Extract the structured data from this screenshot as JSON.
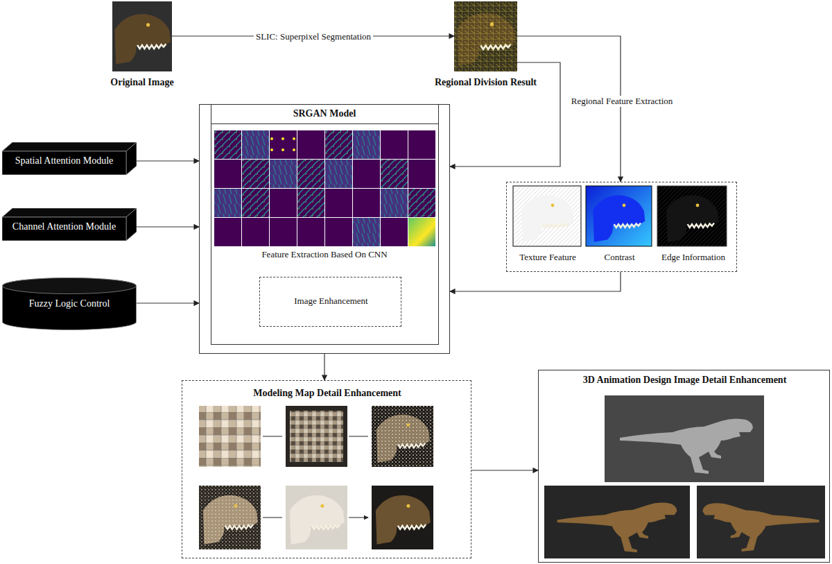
{
  "diagram": {
    "nodes": [
      {
        "text": [
          "Original Image"
        ]
      },
      {
        "text": [
          "Regional Division Result"
        ]
      },
      {
        "text": [
          "SRGAN Model",
          "Feature Extraction Based On CNN"
        ]
      },
      {
        "text": [
          "Image Enhancement"
        ],
        "in": 2
      },
      {
        "text": [
          "Spatial Attention Module"
        ]
      },
      {
        "text": [
          "Channel Attention Module"
        ]
      },
      {
        "text": [
          "Fuzzy Logic Control"
        ]
      },
      {
        "text": []
      },
      {
        "text": [
          "Texture Feature"
        ],
        "in": 7
      },
      {
        "text": [
          "Contrast"
        ],
        "in": 7
      },
      {
        "text": [
          "Edge Information"
        ],
        "in": 7
      },
      {
        "text": [
          "Modeling Map Detail Enhancement"
        ]
      },
      {
        "text": [
          "3D Animation Design Image Detail Enhancement"
        ]
      }
    ],
    "edges": [
      {
        "from": 0,
        "to": 1,
        "label": "SLIC: Superpixel Segmentation",
        "arrow": "to"
      },
      {
        "from": 1,
        "to": 2,
        "arrow": "to"
      },
      {
        "from": 1,
        "to": 7,
        "label": "Regional Feature Extraction",
        "arrow": "to"
      },
      {
        "from": 4,
        "to": 2,
        "arrow": "to"
      },
      {
        "from": 5,
        "to": 2,
        "arrow": "to"
      },
      {
        "from": 6,
        "to": 2,
        "arrow": "to"
      },
      {
        "from": 7,
        "to": 2,
        "arrow": "to"
      },
      {
        "from": 2,
        "to": 11,
        "arrow": "to"
      },
      {
        "from": 11,
        "to": 12,
        "arrow": "to"
      }
    ]
  }
}
